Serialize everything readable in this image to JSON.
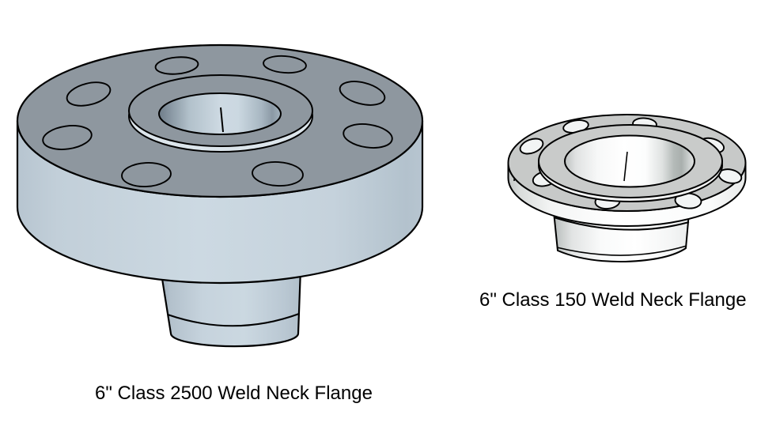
{
  "figures": [
    {
      "id": "flange-2500",
      "caption": "6\" Class 2500 Weld Neck Flange",
      "bolt_hole_count": 8
    },
    {
      "id": "flange-150",
      "caption": "6\" Class 150 Weld Neck Flange",
      "bolt_hole_count": 8
    }
  ],
  "theme": {
    "background": "#FFFFFF",
    "outline": "#000000",
    "label_color": "#000000",
    "flange_2500_top_face": "#8E979F",
    "flange_2500_side_face": "#C7D4DE",
    "flange_2500_raised_edge": "#DCE5EB",
    "flange_2500_bore_mid": "#CDD9E2",
    "flange_150_top_face": "#C7C9C8",
    "flange_150_side_face": "#FBFCFC",
    "flange_150_raised_ring": "#C9CBCA",
    "flange_150_raised_edge": "#F3F4F4",
    "flange_150_bolt_hole": "#F2F4F4"
  }
}
